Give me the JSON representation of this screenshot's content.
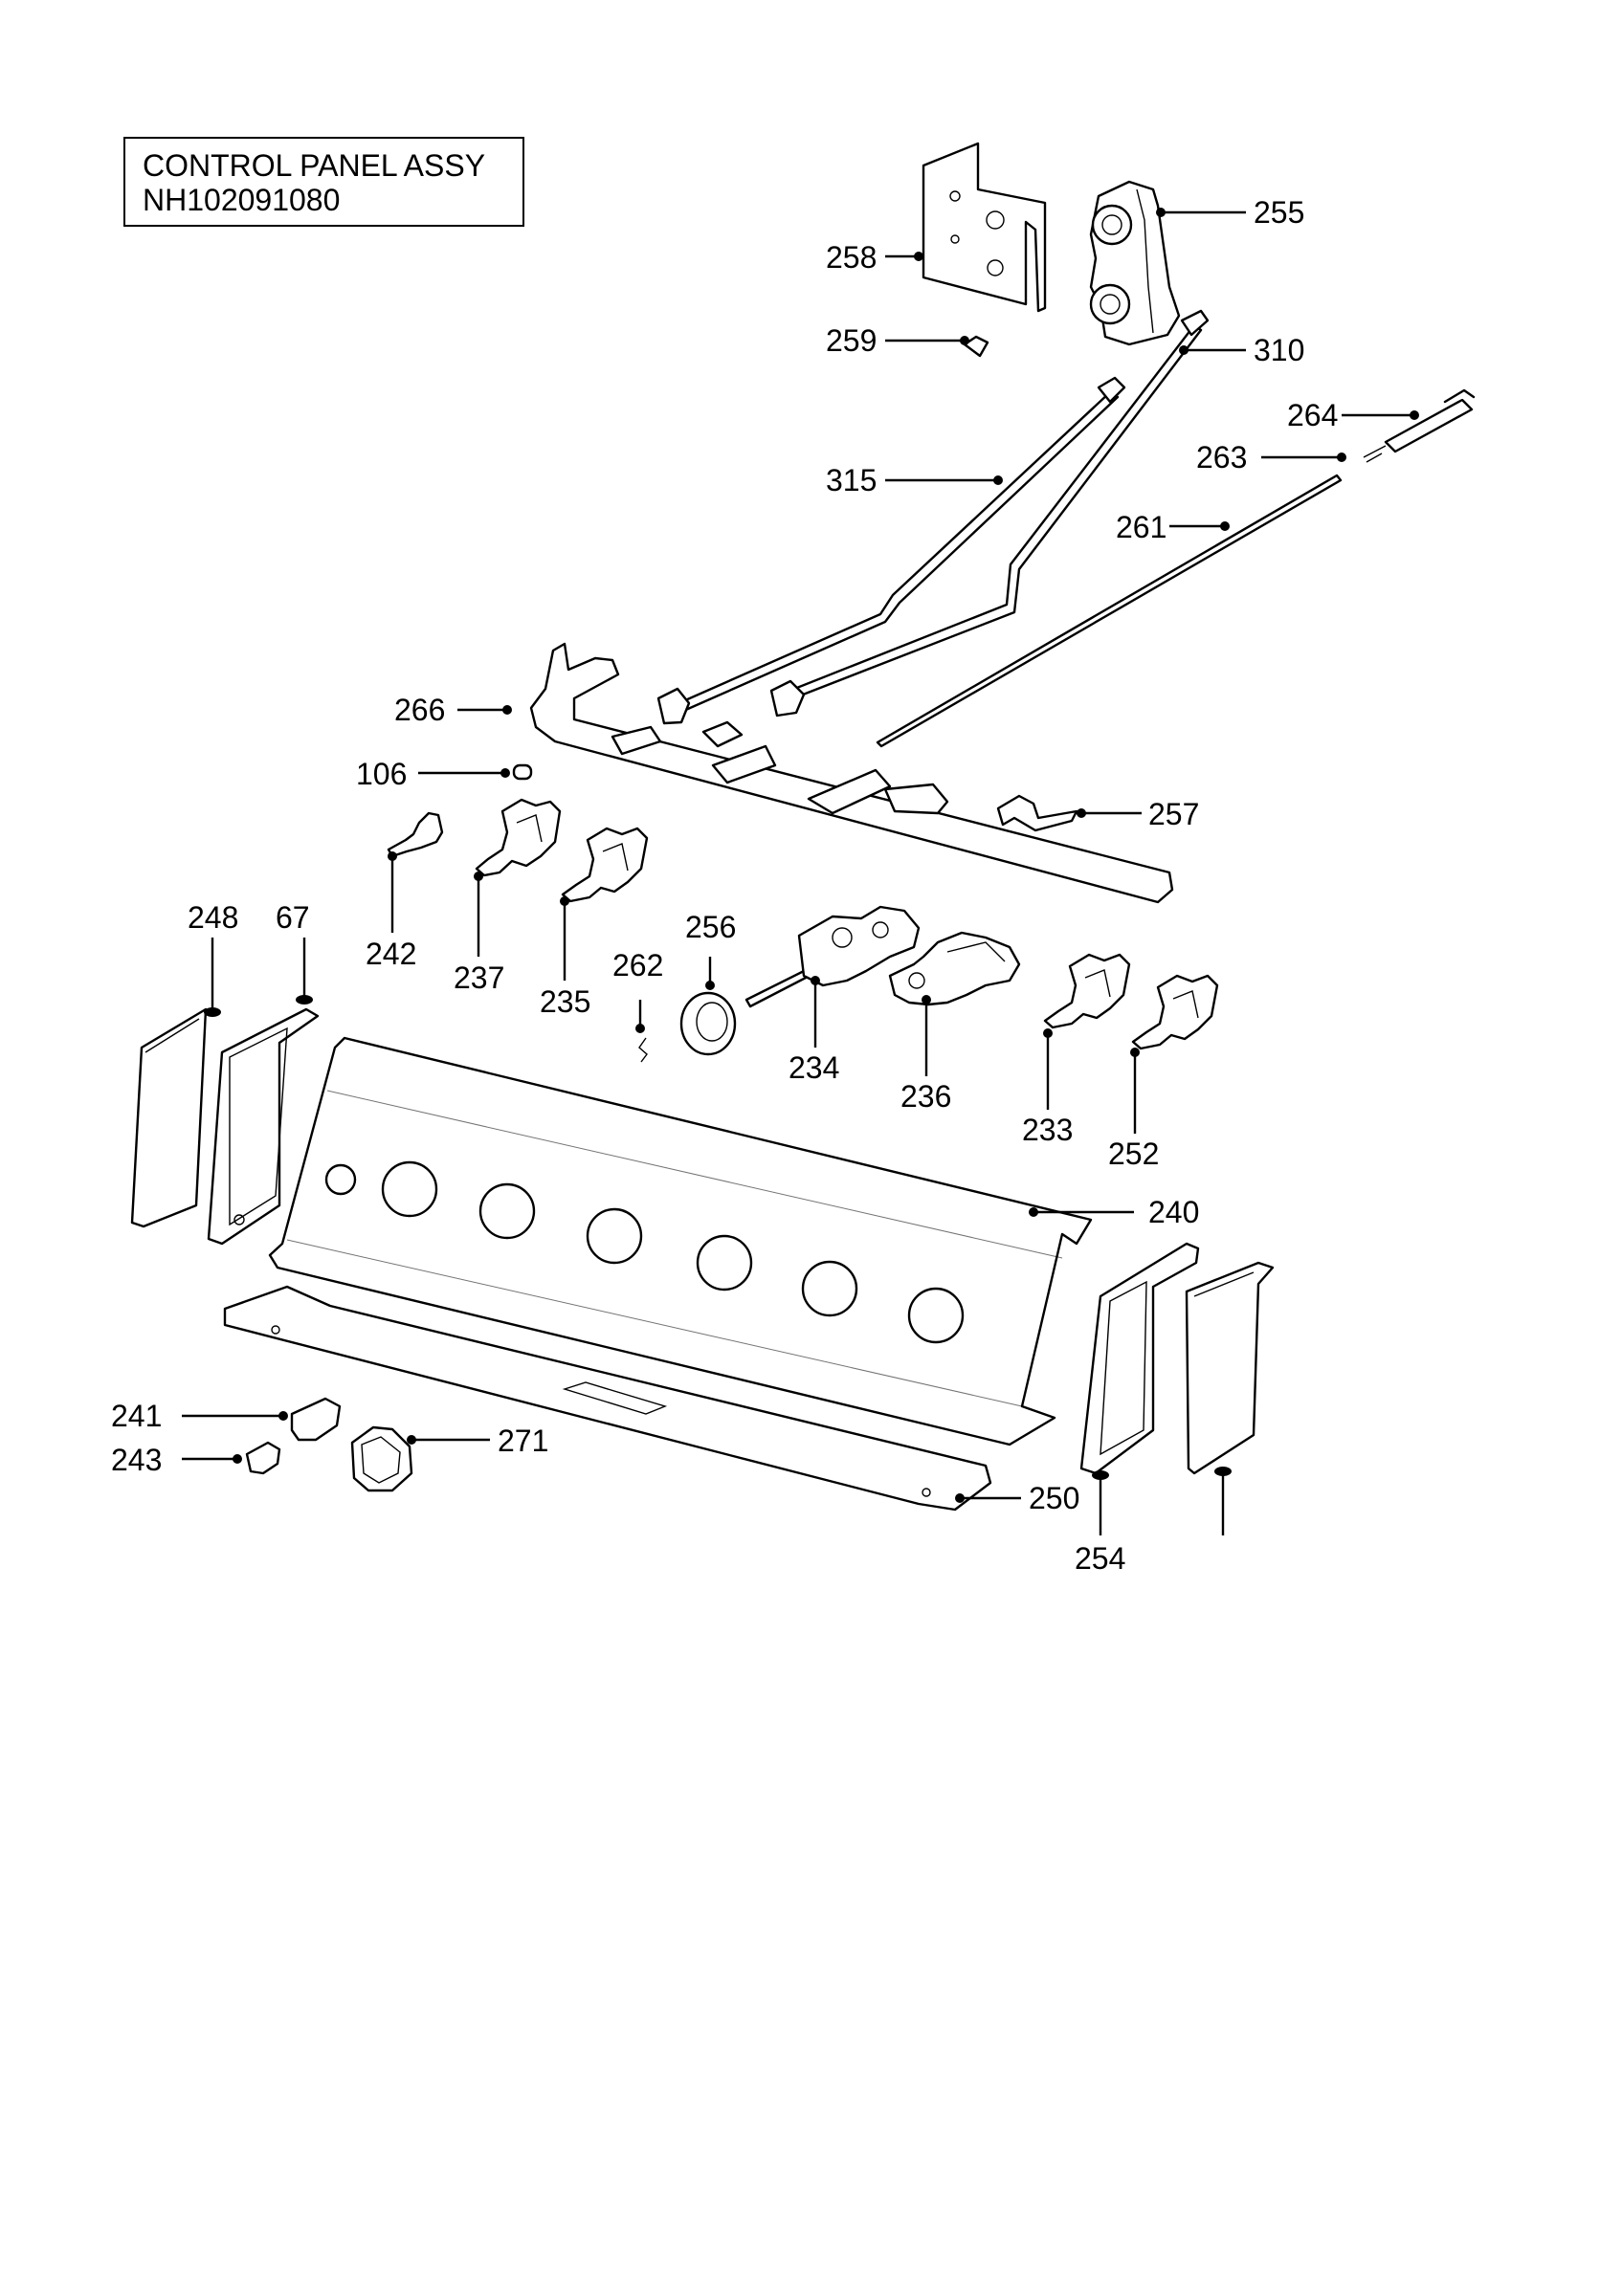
{
  "title": {
    "line1": "CONTROL PANEL ASSY",
    "line2": "NH102091080"
  },
  "callouts": [
    "255",
    "258",
    "259",
    "310",
    "264",
    "263",
    "315",
    "261",
    "266",
    "106",
    "257",
    "242",
    "237",
    "235",
    "256",
    "262",
    "234",
    "236",
    "233",
    "252",
    "248",
    "67",
    "240",
    "241",
    "243",
    "271",
    "250",
    "254"
  ]
}
